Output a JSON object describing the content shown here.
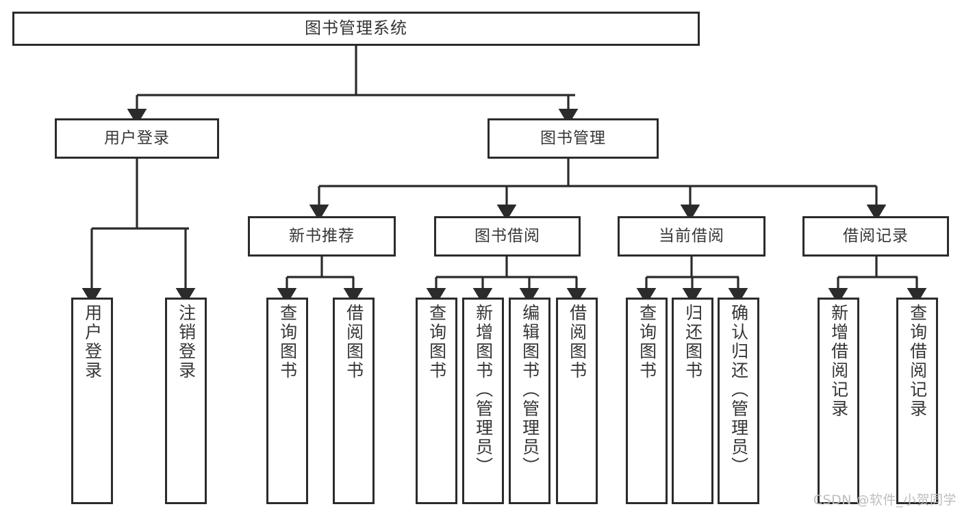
{
  "diagram": {
    "title": "图书管理系统",
    "type": "hierarchy-tree",
    "colors": {
      "background": "#ffffff",
      "box_border": "#2b2b2b",
      "box_fill": "#ffffff",
      "text": "#363636",
      "edge": "#2b2b2b",
      "watermark": "#bdbdbd"
    },
    "root": {
      "label": "图书管理系统"
    },
    "level2": [
      {
        "label": "用户登录"
      },
      {
        "label": "图书管理"
      }
    ],
    "level3": [
      {
        "label": "新书推荐"
      },
      {
        "label": "图书借阅"
      },
      {
        "label": "当前借阅"
      },
      {
        "label": "借阅记录"
      }
    ],
    "leaves": {
      "user_login": [
        {
          "label": "用户登录"
        },
        {
          "label": "注销登录"
        }
      ],
      "new_book_recommend": [
        {
          "label": "查询图书"
        },
        {
          "label": "借阅图书"
        }
      ],
      "book_borrow": [
        {
          "label": "查询图书"
        },
        {
          "label": "新增图书（管理员）"
        },
        {
          "label": "编辑图书（管理员）"
        },
        {
          "label": "借阅图书"
        }
      ],
      "current_borrow": [
        {
          "label": "查询图书"
        },
        {
          "label": "归还图书"
        },
        {
          "label": "确认归还（管理员）"
        }
      ],
      "borrow_record": [
        {
          "label": "新增借阅记录"
        },
        {
          "label": "查询借阅记录"
        }
      ]
    }
  },
  "watermark": {
    "text": "CSDN @软件_小贺同学"
  }
}
